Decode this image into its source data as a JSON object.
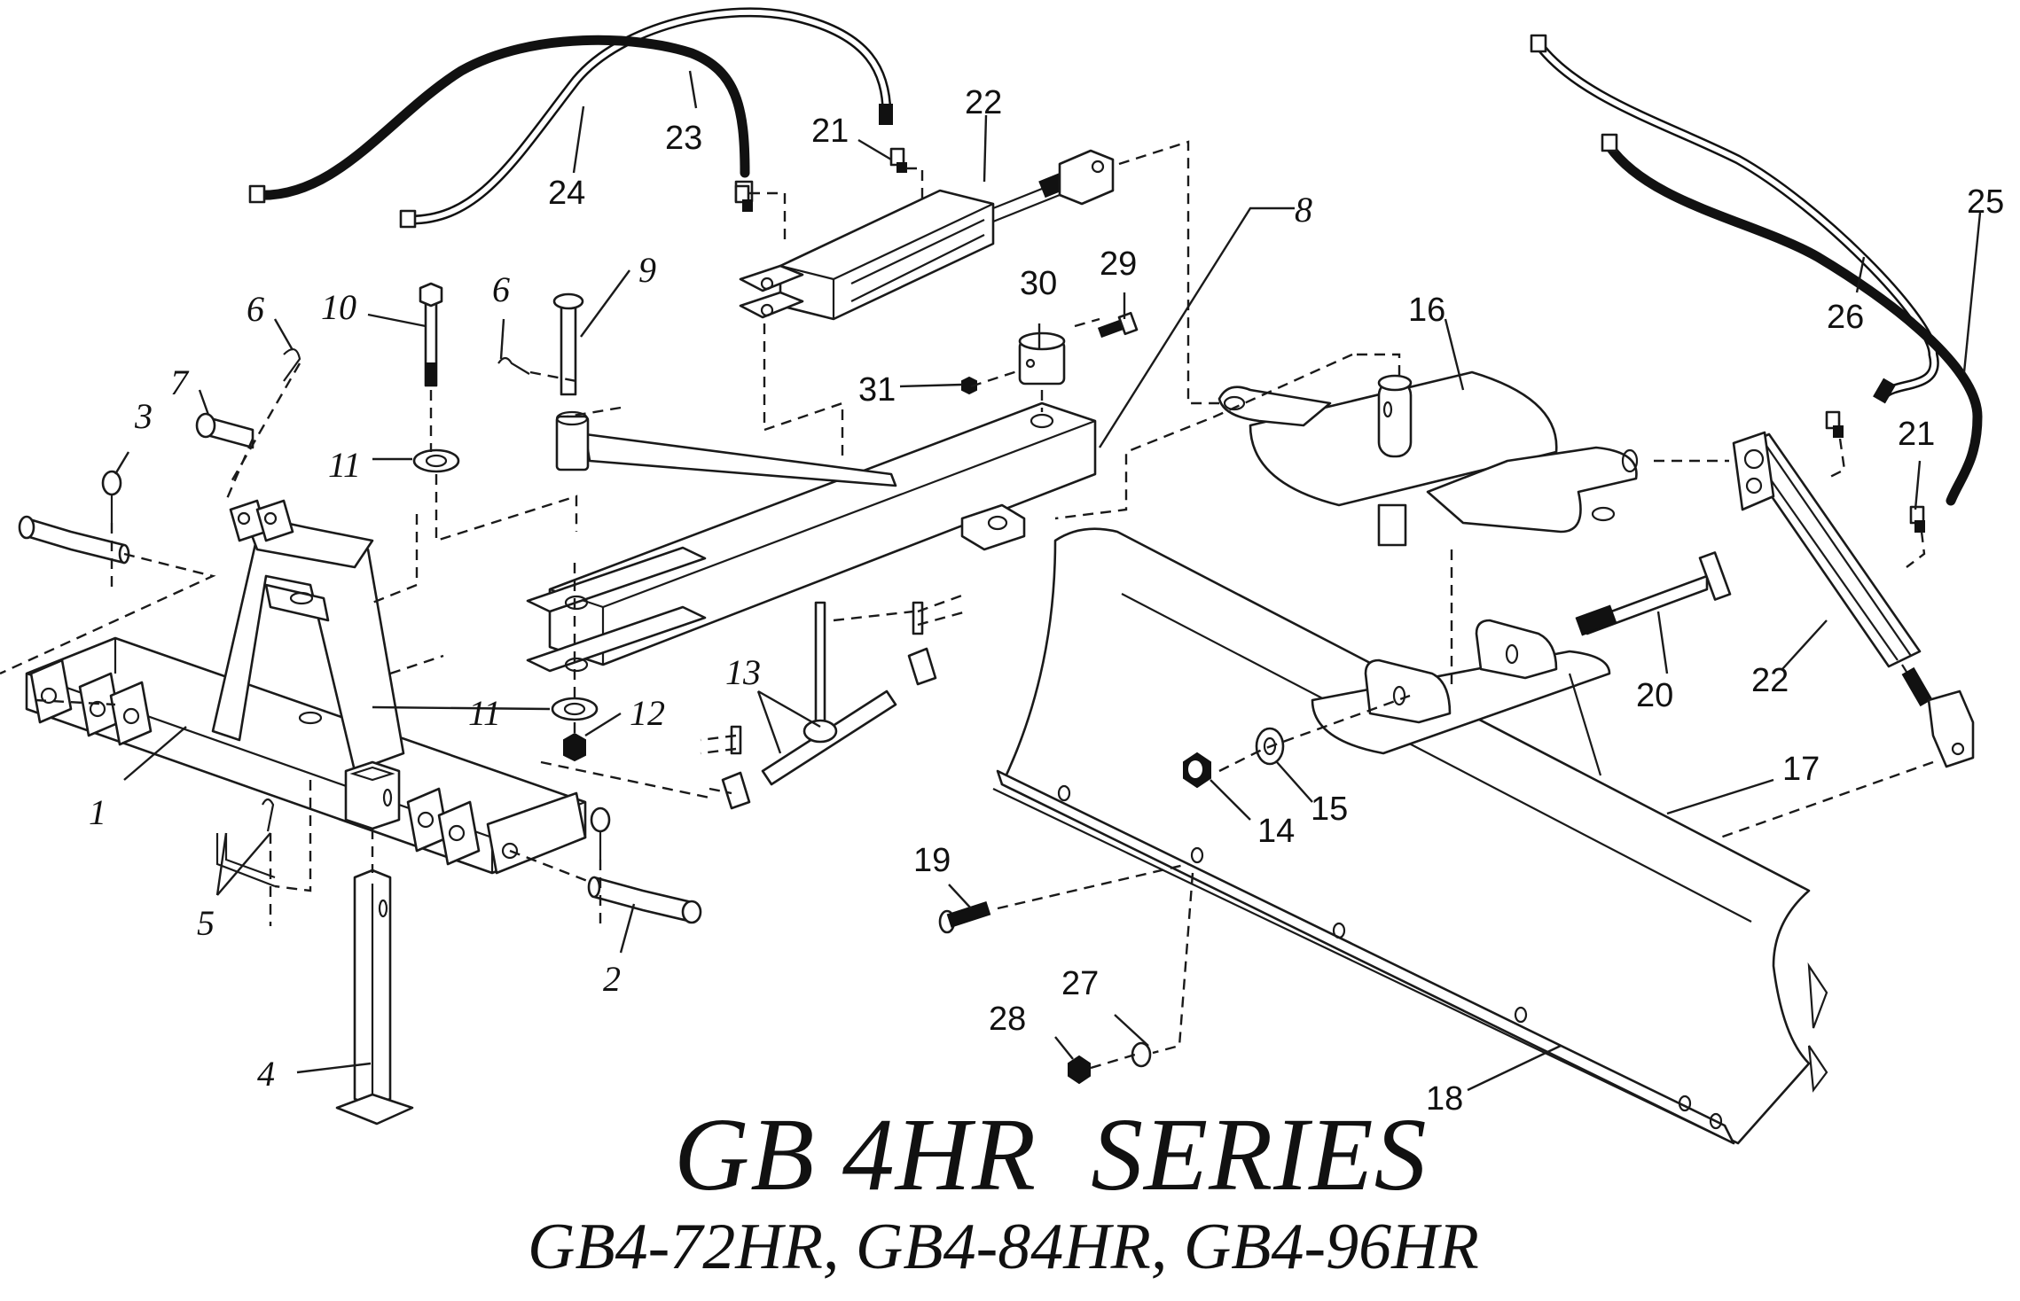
{
  "diagram": {
    "type": "exploded-parts-diagram",
    "title": "GB 4HR  SERIES",
    "subtitle": "GB4-72HR, GB4-84HR, GB4-96HR",
    "callouts": [
      {
        "id": "1",
        "style": "italic"
      },
      {
        "id": "2",
        "style": "italic"
      },
      {
        "id": "3",
        "style": "italic"
      },
      {
        "id": "4",
        "style": "italic"
      },
      {
        "id": "5",
        "style": "italic"
      },
      {
        "id": "6",
        "style": "italic"
      },
      {
        "id": "6",
        "style": "italic"
      },
      {
        "id": "7",
        "style": "italic"
      },
      {
        "id": "8",
        "style": "italic"
      },
      {
        "id": "9",
        "style": "italic"
      },
      {
        "id": "10",
        "style": "italic"
      },
      {
        "id": "11",
        "style": "italic"
      },
      {
        "id": "11",
        "style": "italic"
      },
      {
        "id": "12",
        "style": "italic"
      },
      {
        "id": "13",
        "style": "italic"
      },
      {
        "id": "14",
        "style": "plain"
      },
      {
        "id": "15",
        "style": "plain"
      },
      {
        "id": "16",
        "style": "plain"
      },
      {
        "id": "17",
        "style": "plain"
      },
      {
        "id": "18",
        "style": "plain"
      },
      {
        "id": "19",
        "style": "plain"
      },
      {
        "id": "20",
        "style": "plain"
      },
      {
        "id": "21",
        "style": "plain"
      },
      {
        "id": "21",
        "style": "plain"
      },
      {
        "id": "22",
        "style": "plain"
      },
      {
        "id": "22",
        "style": "plain"
      },
      {
        "id": "23",
        "style": "plain"
      },
      {
        "id": "24",
        "style": "plain"
      },
      {
        "id": "25",
        "style": "plain"
      },
      {
        "id": "26",
        "style": "plain"
      },
      {
        "id": "27",
        "style": "plain"
      },
      {
        "id": "28",
        "style": "plain"
      },
      {
        "id": "29",
        "style": "plain"
      },
      {
        "id": "30",
        "style": "plain"
      },
      {
        "id": "31",
        "style": "plain"
      }
    ],
    "parts": [
      {
        "id": "1",
        "name": "a-frame-hitch"
      },
      {
        "id": "2",
        "name": "lower-hitch-pin"
      },
      {
        "id": "3",
        "name": "lynch-pin"
      },
      {
        "id": "4",
        "name": "parking-stand"
      },
      {
        "id": "5",
        "name": "stand-pin-and-clip"
      },
      {
        "id": "6",
        "name": "hair-pin-clip"
      },
      {
        "id": "7",
        "name": "top-link-pin"
      },
      {
        "id": "8",
        "name": "main-beam"
      },
      {
        "id": "9",
        "name": "pivot-pin"
      },
      {
        "id": "10",
        "name": "bolt"
      },
      {
        "id": "11",
        "name": "washer"
      },
      {
        "id": "12",
        "name": "nut"
      },
      {
        "id": "13",
        "name": "offset-linkage"
      },
      {
        "id": "14",
        "name": "nut"
      },
      {
        "id": "15",
        "name": "washer"
      },
      {
        "id": "16",
        "name": "turntable"
      },
      {
        "id": "17",
        "name": "blade-frame"
      },
      {
        "id": "18",
        "name": "cutting-edge"
      },
      {
        "id": "19",
        "name": "plow-bolt"
      },
      {
        "id": "20",
        "name": "tilt-bolt"
      },
      {
        "id": "21",
        "name": "hydraulic-fitting"
      },
      {
        "id": "22",
        "name": "hydraulic-cylinder"
      },
      {
        "id": "23",
        "name": "hydraulic-hose-black"
      },
      {
        "id": "24",
        "name": "hydraulic-hose-white"
      },
      {
        "id": "25",
        "name": "hydraulic-hose-black"
      },
      {
        "id": "26",
        "name": "hydraulic-hose-white"
      },
      {
        "id": "27",
        "name": "lock-washer"
      },
      {
        "id": "28",
        "name": "nut"
      },
      {
        "id": "29",
        "name": "set-bolt"
      },
      {
        "id": "30",
        "name": "collar"
      },
      {
        "id": "31",
        "name": "nut"
      }
    ]
  }
}
